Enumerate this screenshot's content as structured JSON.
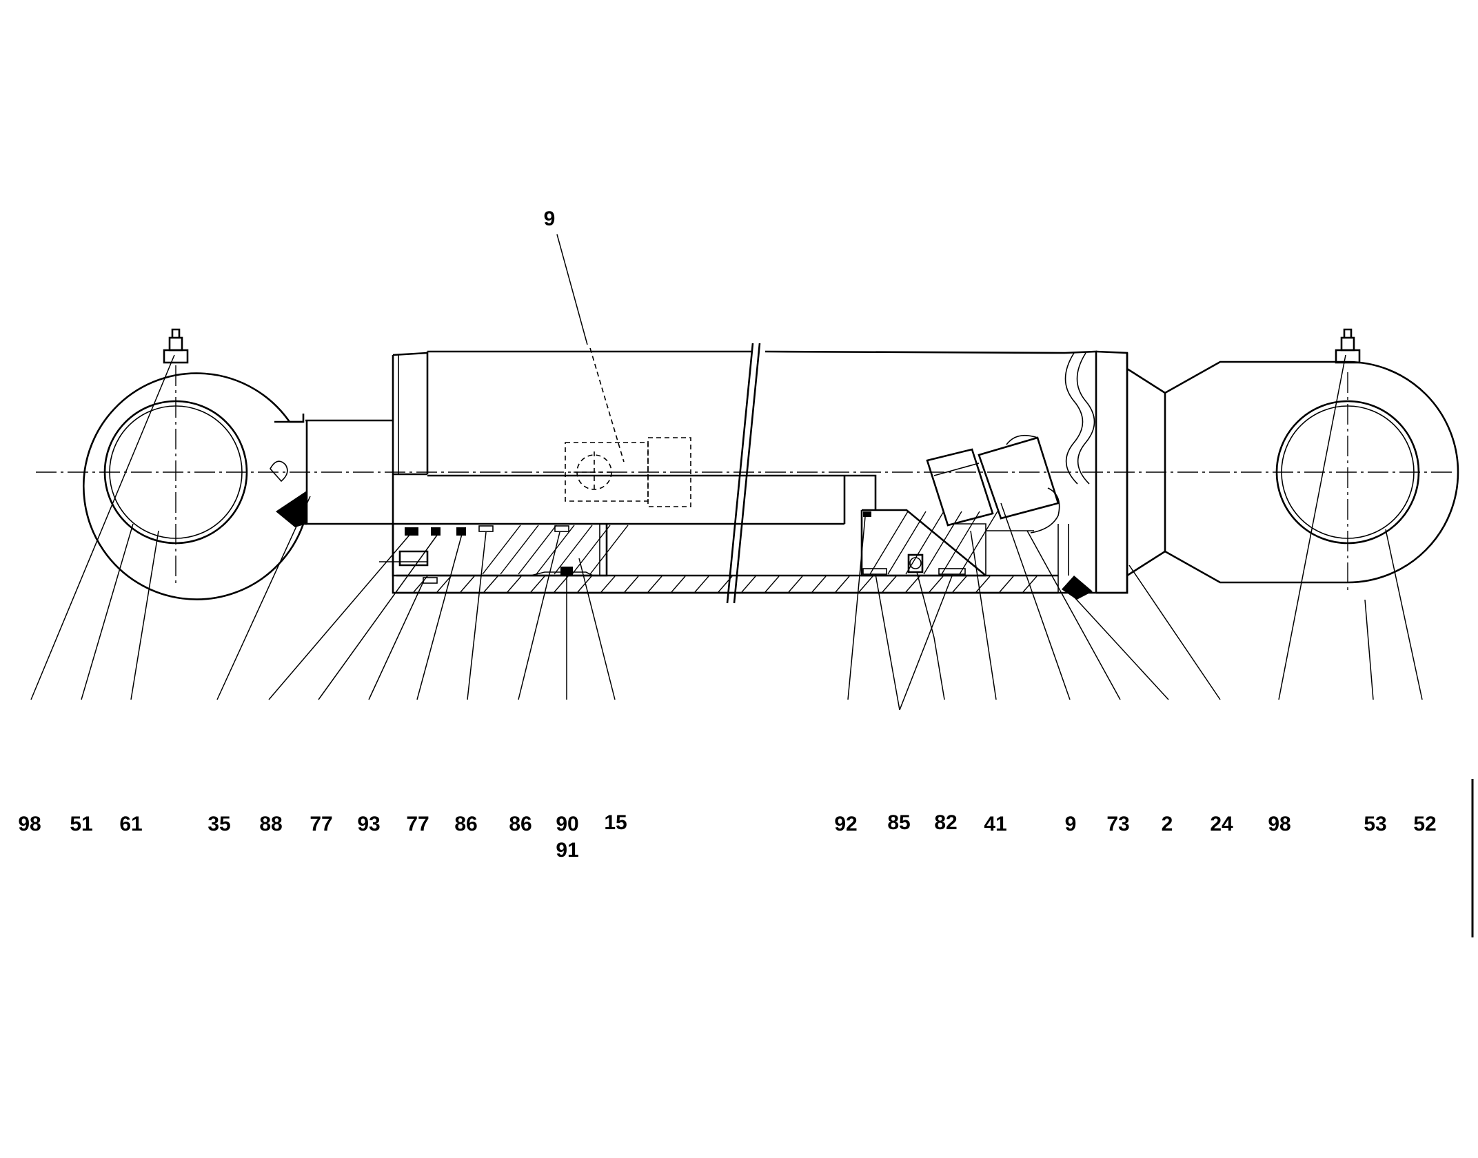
{
  "callouts_top": [
    {
      "text": "9"
    }
  ],
  "callouts_bottom": [
    {
      "text": "98"
    },
    {
      "text": "51"
    },
    {
      "text": "61"
    },
    {
      "text": "35"
    },
    {
      "text": "88"
    },
    {
      "text": "77"
    },
    {
      "text": "93"
    },
    {
      "text": "77"
    },
    {
      "text": "86"
    },
    {
      "text": "86"
    },
    {
      "text": "90"
    },
    {
      "text": "91"
    },
    {
      "text": "15"
    },
    {
      "text": "92"
    },
    {
      "text": "85"
    },
    {
      "text": "82"
    },
    {
      "text": "41"
    },
    {
      "text": "9"
    },
    {
      "text": "73"
    },
    {
      "text": "2"
    },
    {
      "text": "24"
    },
    {
      "text": "98"
    },
    {
      "text": "53"
    },
    {
      "text": "52"
    }
  ]
}
